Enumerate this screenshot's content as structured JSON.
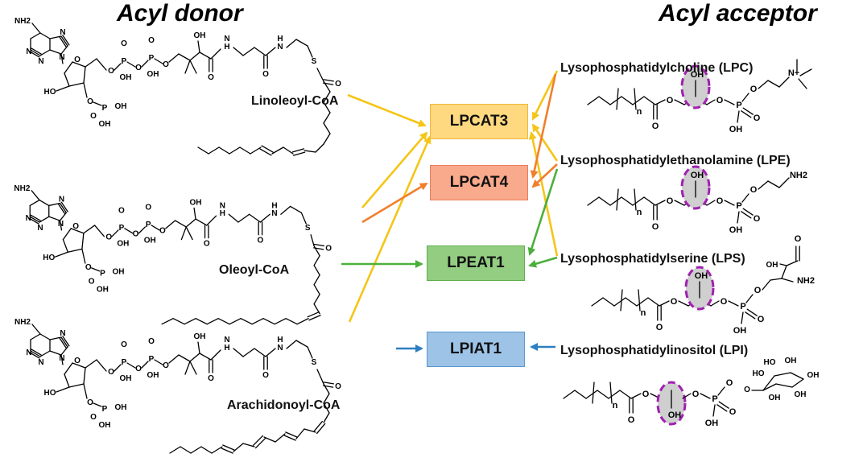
{
  "headers": {
    "donor": "Acyl donor",
    "acceptor": "Acyl acceptor"
  },
  "donors": [
    {
      "name": "Linoleoyl-CoA"
    },
    {
      "name": "Oleoyl-CoA"
    },
    {
      "name": "Arachidonoyl-CoA"
    }
  ],
  "enzymes": [
    {
      "name": "LPCAT3",
      "fill": "#FFD97F",
      "border": "#F2B63A"
    },
    {
      "name": "LPCAT4",
      "fill": "#F9A98C",
      "border": "#E97E5A"
    },
    {
      "name": "LPEAT1",
      "fill": "#93CD82",
      "border": "#5FAE4A"
    },
    {
      "name": "LPIAT1",
      "fill": "#9DC3E6",
      "border": "#5B96CF"
    }
  ],
  "acceptors": [
    {
      "name": "Lysophosphatidylcholine (LPC)"
    },
    {
      "name": "Lysophosphatidylethanolamine (LPE)"
    },
    {
      "name": "Lysophosphatidylserine (LPS)"
    },
    {
      "name": "Lysophosphatidylinositol (LPI)"
    }
  ],
  "arrow_colors": {
    "yellow": "#F5C518",
    "orange": "#F07F2E",
    "green": "#4CAF3C",
    "blue": "#2E7FC1"
  },
  "highlight": {
    "fill": "#CFCFCF",
    "stroke": "#A020B0"
  },
  "atoms": {
    "nh2": "NH2",
    "n": "N",
    "o": "O",
    "oh": "OH",
    "ho": "HO",
    "p": "P",
    "s": "S",
    "h": "H",
    "nplus": "N+",
    "n_sub": "n",
    "oh_ring": "OH"
  }
}
